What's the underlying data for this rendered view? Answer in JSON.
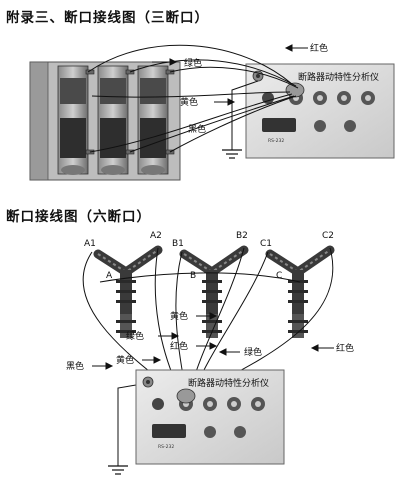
{
  "section1": {
    "title": "附录三、断口接线图（三断口）",
    "labels": {
      "red": "红色",
      "green": "绿色",
      "yellow": "黄色",
      "black": "黑色"
    },
    "analyzer": {
      "name": "断路器动特性分析仪",
      "rs232": "RS-232",
      "ports": [
        "",
        "",
        "",
        ""
      ]
    }
  },
  "section2": {
    "title": "断口接线图（六断口）",
    "terminals": [
      "A1",
      "A2",
      "B1",
      "B2",
      "C1",
      "C2"
    ],
    "phases": [
      "A",
      "B",
      "C"
    ],
    "labels": {
      "green": "绿色",
      "yellow_right": "黄色",
      "red_mid": "红色",
      "red_right": "红色",
      "yellow_left": "黄色",
      "black": "黑色",
      "green_mid": "绿色"
    },
    "analyzer": {
      "name": "断路器动特性分析仪",
      "rs232": "RS-232"
    }
  },
  "colors": {
    "wire": "#111111",
    "panel": "#d9d9d9",
    "insulator": "#3a3a3a"
  }
}
